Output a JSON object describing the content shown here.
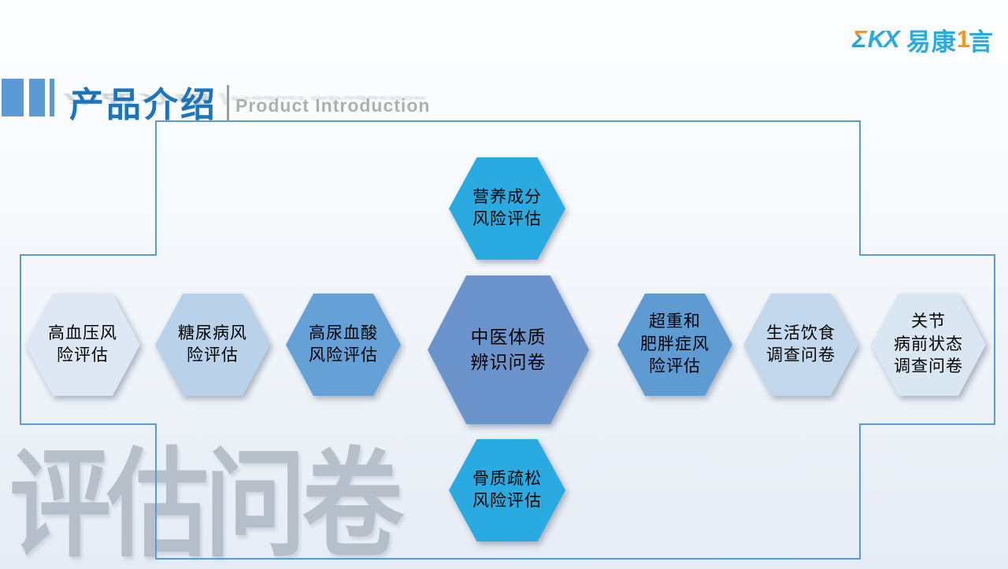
{
  "logo": {
    "sigma": "Σ",
    "kx": "KX",
    "brand_left": "易康",
    "brand_digit": "1",
    "brand_right": "言",
    "blue": "#29ABE2",
    "orange": "#F7941E"
  },
  "header": {
    "title": "产品介绍",
    "subtitle": "Product Introduction",
    "title_color": "#1C75BC",
    "subtitle_color": "#AFAFAF",
    "accent_bar_color": "#5B9BD5"
  },
  "watermark": "评估问卷",
  "frame": {
    "stroke_color": "#5B9BD5"
  },
  "hexagons": [
    {
      "id": "nutrition",
      "label": "营养成分\n风险评估",
      "color": "#29ABE2"
    },
    {
      "id": "hypertension",
      "label": "高血压风\n险评估",
      "color": "#DEE8F4"
    },
    {
      "id": "diabetes",
      "label": "糖尿病风\n险评估",
      "color": "#B9D2EA"
    },
    {
      "id": "hyperuricemia",
      "label": "高尿血酸\n风险评估",
      "color": "#65A0D6"
    },
    {
      "id": "tcm",
      "label": "中医体质\n辨识问卷",
      "color": "#6C94CC"
    },
    {
      "id": "overweight",
      "label": "超重和\n肥胖症风\n险评估",
      "color": "#5F9BD3"
    },
    {
      "id": "diet",
      "label": "生活饮食\n调查问卷",
      "color": "#C3D8ED"
    },
    {
      "id": "joint",
      "label": "关节\n病前状态\n调查问卷",
      "color": "#DBE6F3"
    },
    {
      "id": "osteoporosis",
      "label": "骨质疏松\n风险评估",
      "color": "#29ABE2"
    }
  ]
}
